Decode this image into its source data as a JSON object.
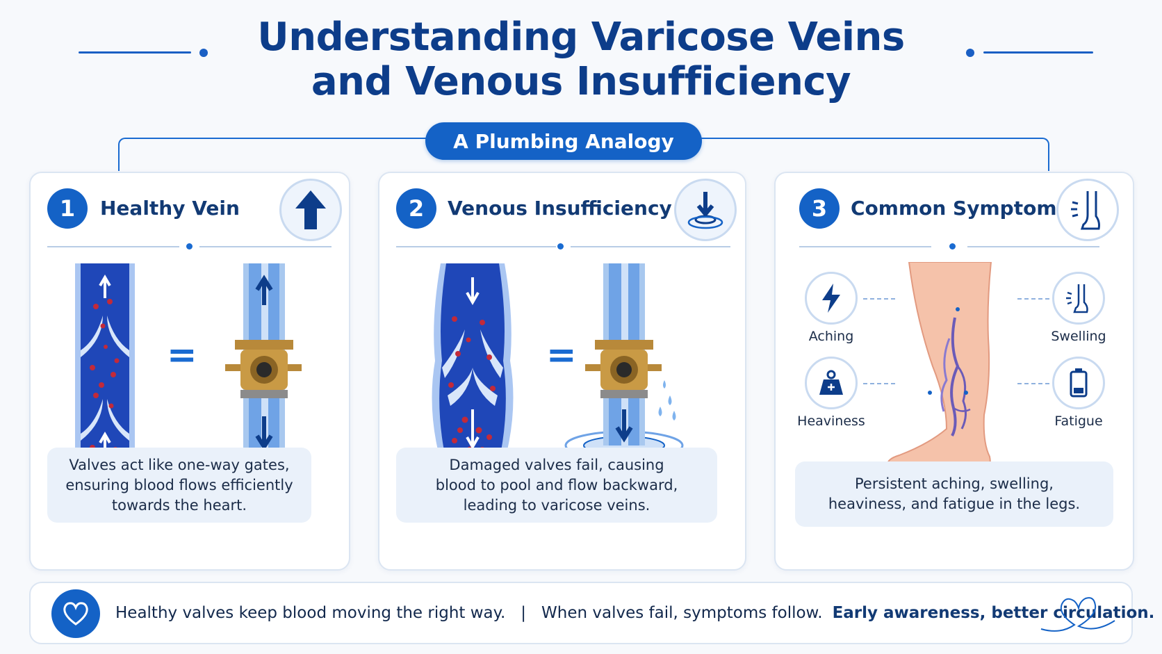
{
  "title": {
    "line1": "Understanding Varicose Veins",
    "line2": "and Venous Insufficiency"
  },
  "subtitle_pill": "A Plumbing Analogy",
  "colors": {
    "primary": "#1462c6",
    "dark_title": "#0d3d8a",
    "panel_bg": "#ffffff",
    "desc_bg": "#eaf1fa",
    "vein_blue": "#1f47b8",
    "blood_red": "#c22a3a",
    "brass": "#b8893a",
    "skin": "#f5c2aa",
    "varicose": "#6b5bb8"
  },
  "panels": [
    {
      "number": "1",
      "title": "Healthy Vein",
      "icon": "arrow-up-icon",
      "equals": "=",
      "description": [
        "Valves act like one-way gates,",
        "ensuring blood flows efficiently",
        "towards the heart."
      ]
    },
    {
      "number": "2",
      "title": "Venous Insufficiency",
      "icon": "arrow-down-pool-icon",
      "equals": "=",
      "description": [
        "Damaged valves fail, causing",
        "blood to pool and flow backward,",
        "leading to varicose veins."
      ]
    },
    {
      "number": "3",
      "title": "Common Symptoms",
      "icon": "leg-swelling-icon",
      "symptoms": [
        {
          "label": "Aching",
          "icon": "lightning-icon"
        },
        {
          "label": "Swelling",
          "icon": "swollen-leg-icon"
        },
        {
          "label": "Heaviness",
          "icon": "weight-icon"
        },
        {
          "label": "Fatigue",
          "icon": "low-battery-icon"
        }
      ],
      "description": [
        "Persistent aching, swelling,",
        "heaviness, and fatigue in the legs."
      ]
    }
  ],
  "footer": {
    "icon": "heart-icon",
    "text1": "Healthy valves keep blood moving the right way.",
    "separator": "|",
    "text2": "When valves fail, symptoms follow.",
    "text3": "Early awareness, better circulation.",
    "decor_icon": "heart-outline-icon"
  }
}
